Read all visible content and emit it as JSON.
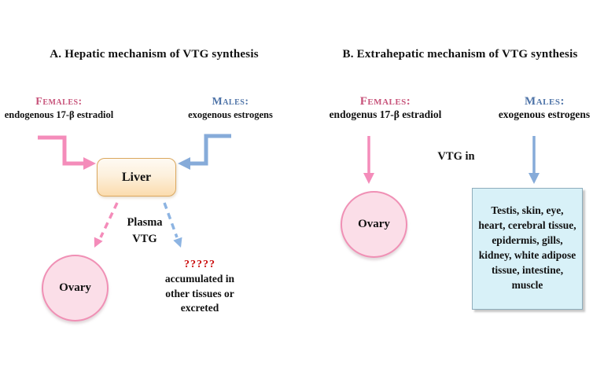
{
  "figure": {
    "description_colors": {
      "female_accent": "#c7537a",
      "male_accent": "#4f74a8",
      "pink_arrow": "#f48cba",
      "blue_arrow": "#86abd9",
      "liver_fill_top": "#fefaf3",
      "liver_fill_bottom": "#fbdcae",
      "liver_border": "#dba85f",
      "ovary_fill": "#fbdee8",
      "ovary_border": "#f090b5",
      "tissue_box_fill": "#d8f1f8",
      "tissue_box_border": "#8fadbc",
      "question_red": "#cc1111"
    }
  },
  "panel_a": {
    "title": "A. Hepatic mechanism of VTG synthesis",
    "females_label": "Females:",
    "females_sub": "endogenous 17-β estradiol",
    "males_label": "Males:",
    "males_sub": "exogenous estrogens",
    "liver_label": "Liver",
    "plasma_line1": "Plasma",
    "plasma_line2": "VTG",
    "ovary_label": "Ovary",
    "question_marks": "?????",
    "accumulated_line1": "accumulated in",
    "accumulated_line2": "other tissues or",
    "accumulated_line3": "excreted"
  },
  "panel_b": {
    "title": "B. Extrahepatic mechanism of VTG synthesis",
    "females_label": "Females:",
    "females_sub": "endogenus 17-β estradiol",
    "males_label": "Males:",
    "males_sub": "exogenous estrogens",
    "vtg_in_label": "VTG in",
    "ovary_label": "Ovary",
    "tissue_box_text": "Testis, skin, eye, heart, cerebral tissue, epidermis, gills, kidney, white adipose tissue, intestine, muscle"
  }
}
